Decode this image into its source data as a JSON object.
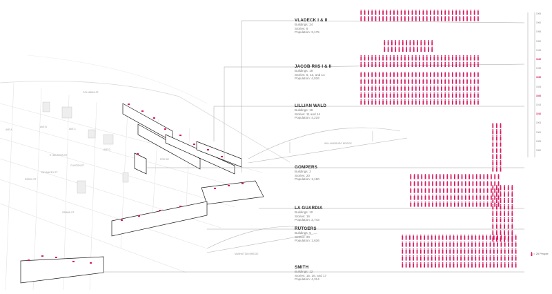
{
  "colors": {
    "accent": "#d81b60",
    "line": "#9c9c9c",
    "building": "#ffffff",
    "map": "#e6e6e6"
  },
  "projects": [
    {
      "id": "vladeck",
      "name": "VLADECK I & II",
      "lines": [
        "Buildings: 24",
        "Stories: 6",
        "Population: 3,175"
      ]
    },
    {
      "id": "riis",
      "name": "JACOB RIIS I & II",
      "lines": [
        "Buildings: 19",
        "Stories: 6, 13, and 14",
        "Population: 4,026"
      ]
    },
    {
      "id": "wald",
      "name": "LILLIAN WALD",
      "lines": [
        "Buildings: 16",
        "Stories: 11 and 14",
        "Population: 4,219"
      ]
    },
    {
      "id": "gompers",
      "name": "GOMPERS",
      "lines": [
        "Buildings: 2",
        "Stories: 20",
        "Population: 1,180"
      ]
    },
    {
      "id": "laguardia",
      "name": "LA GUARDIA",
      "lines": [
        "Buildings: 10",
        "Stories: 16",
        "Population: 2,743"
      ]
    },
    {
      "id": "rutgers",
      "name": "RUTGERS",
      "lines": [
        "Buildings: 5",
        "Stories: 20",
        "Population: 1,636"
      ]
    },
    {
      "id": "smith",
      "name": "SMITH",
      "lines": [
        "Buildings: 12",
        "Stories: 15, 16, and 17",
        "Population: 4,314"
      ]
    }
  ],
  "timeline": {
    "ticks": [
      "1965",
      "1960",
      "1955",
      "1950",
      "1945",
      "1940",
      "1935",
      "1930",
      "1925",
      "1920",
      "1915",
      "1910",
      "1905",
      "1900",
      "1895",
      "1890"
    ],
    "highlighted": [
      "1940",
      "1930",
      "1920",
      "1910"
    ]
  },
  "streets": [
    {
      "id": "columbia",
      "label": "COLUMBIA ST"
    },
    {
      "id": "houston",
      "label": "E HOUSTON ST"
    },
    {
      "id": "delancey",
      "label": "DELANCEY ST"
    },
    {
      "id": "grand",
      "label": "GRAND ST"
    },
    {
      "id": "clinton",
      "label": "CLINTON ST"
    },
    {
      "id": "essex",
      "label": "ESSEX ST"
    },
    {
      "id": "ave-a",
      "label": "AVE A"
    },
    {
      "id": "ave-b",
      "label": "AVE B"
    },
    {
      "id": "ave-c",
      "label": "AVE C"
    },
    {
      "id": "ave-d",
      "label": "AVE D"
    },
    {
      "id": "fdr",
      "label": "FDR DR"
    },
    {
      "id": "williamsburg",
      "label": "WILLIAMSBURG BRIDGE"
    },
    {
      "id": "manhattan",
      "label": "MANHATTAN BRIDGE"
    }
  ],
  "legend": {
    "label": "= 25 People"
  }
}
